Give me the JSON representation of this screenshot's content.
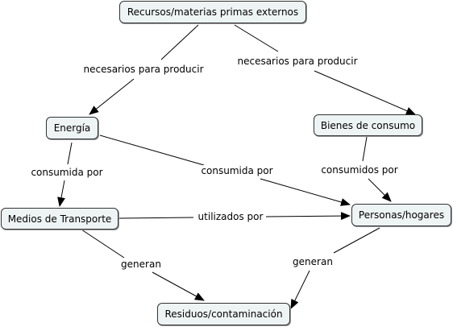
{
  "colors": {
    "node_fill": "#eef4f4",
    "node_border": "#333333",
    "edge": "#000000"
  },
  "nodes": {
    "recursos": "Recursos/materias primas externos",
    "energia": "Energía",
    "bienes": "Bienes de consumo",
    "medios": "Medios de Transporte",
    "personas": "Personas/hogares",
    "residuos": "Residuos/contaminación"
  },
  "labels": {
    "necesarios_left": "necesarios para producir",
    "necesarios_right": "necesarios para producir",
    "consumida_left": "consumida por",
    "consumida_mid": "consumida por",
    "consumidos": "consumidos por",
    "utilizados": "utilizados por",
    "generan_left": "generan",
    "generan_right": "generan"
  }
}
